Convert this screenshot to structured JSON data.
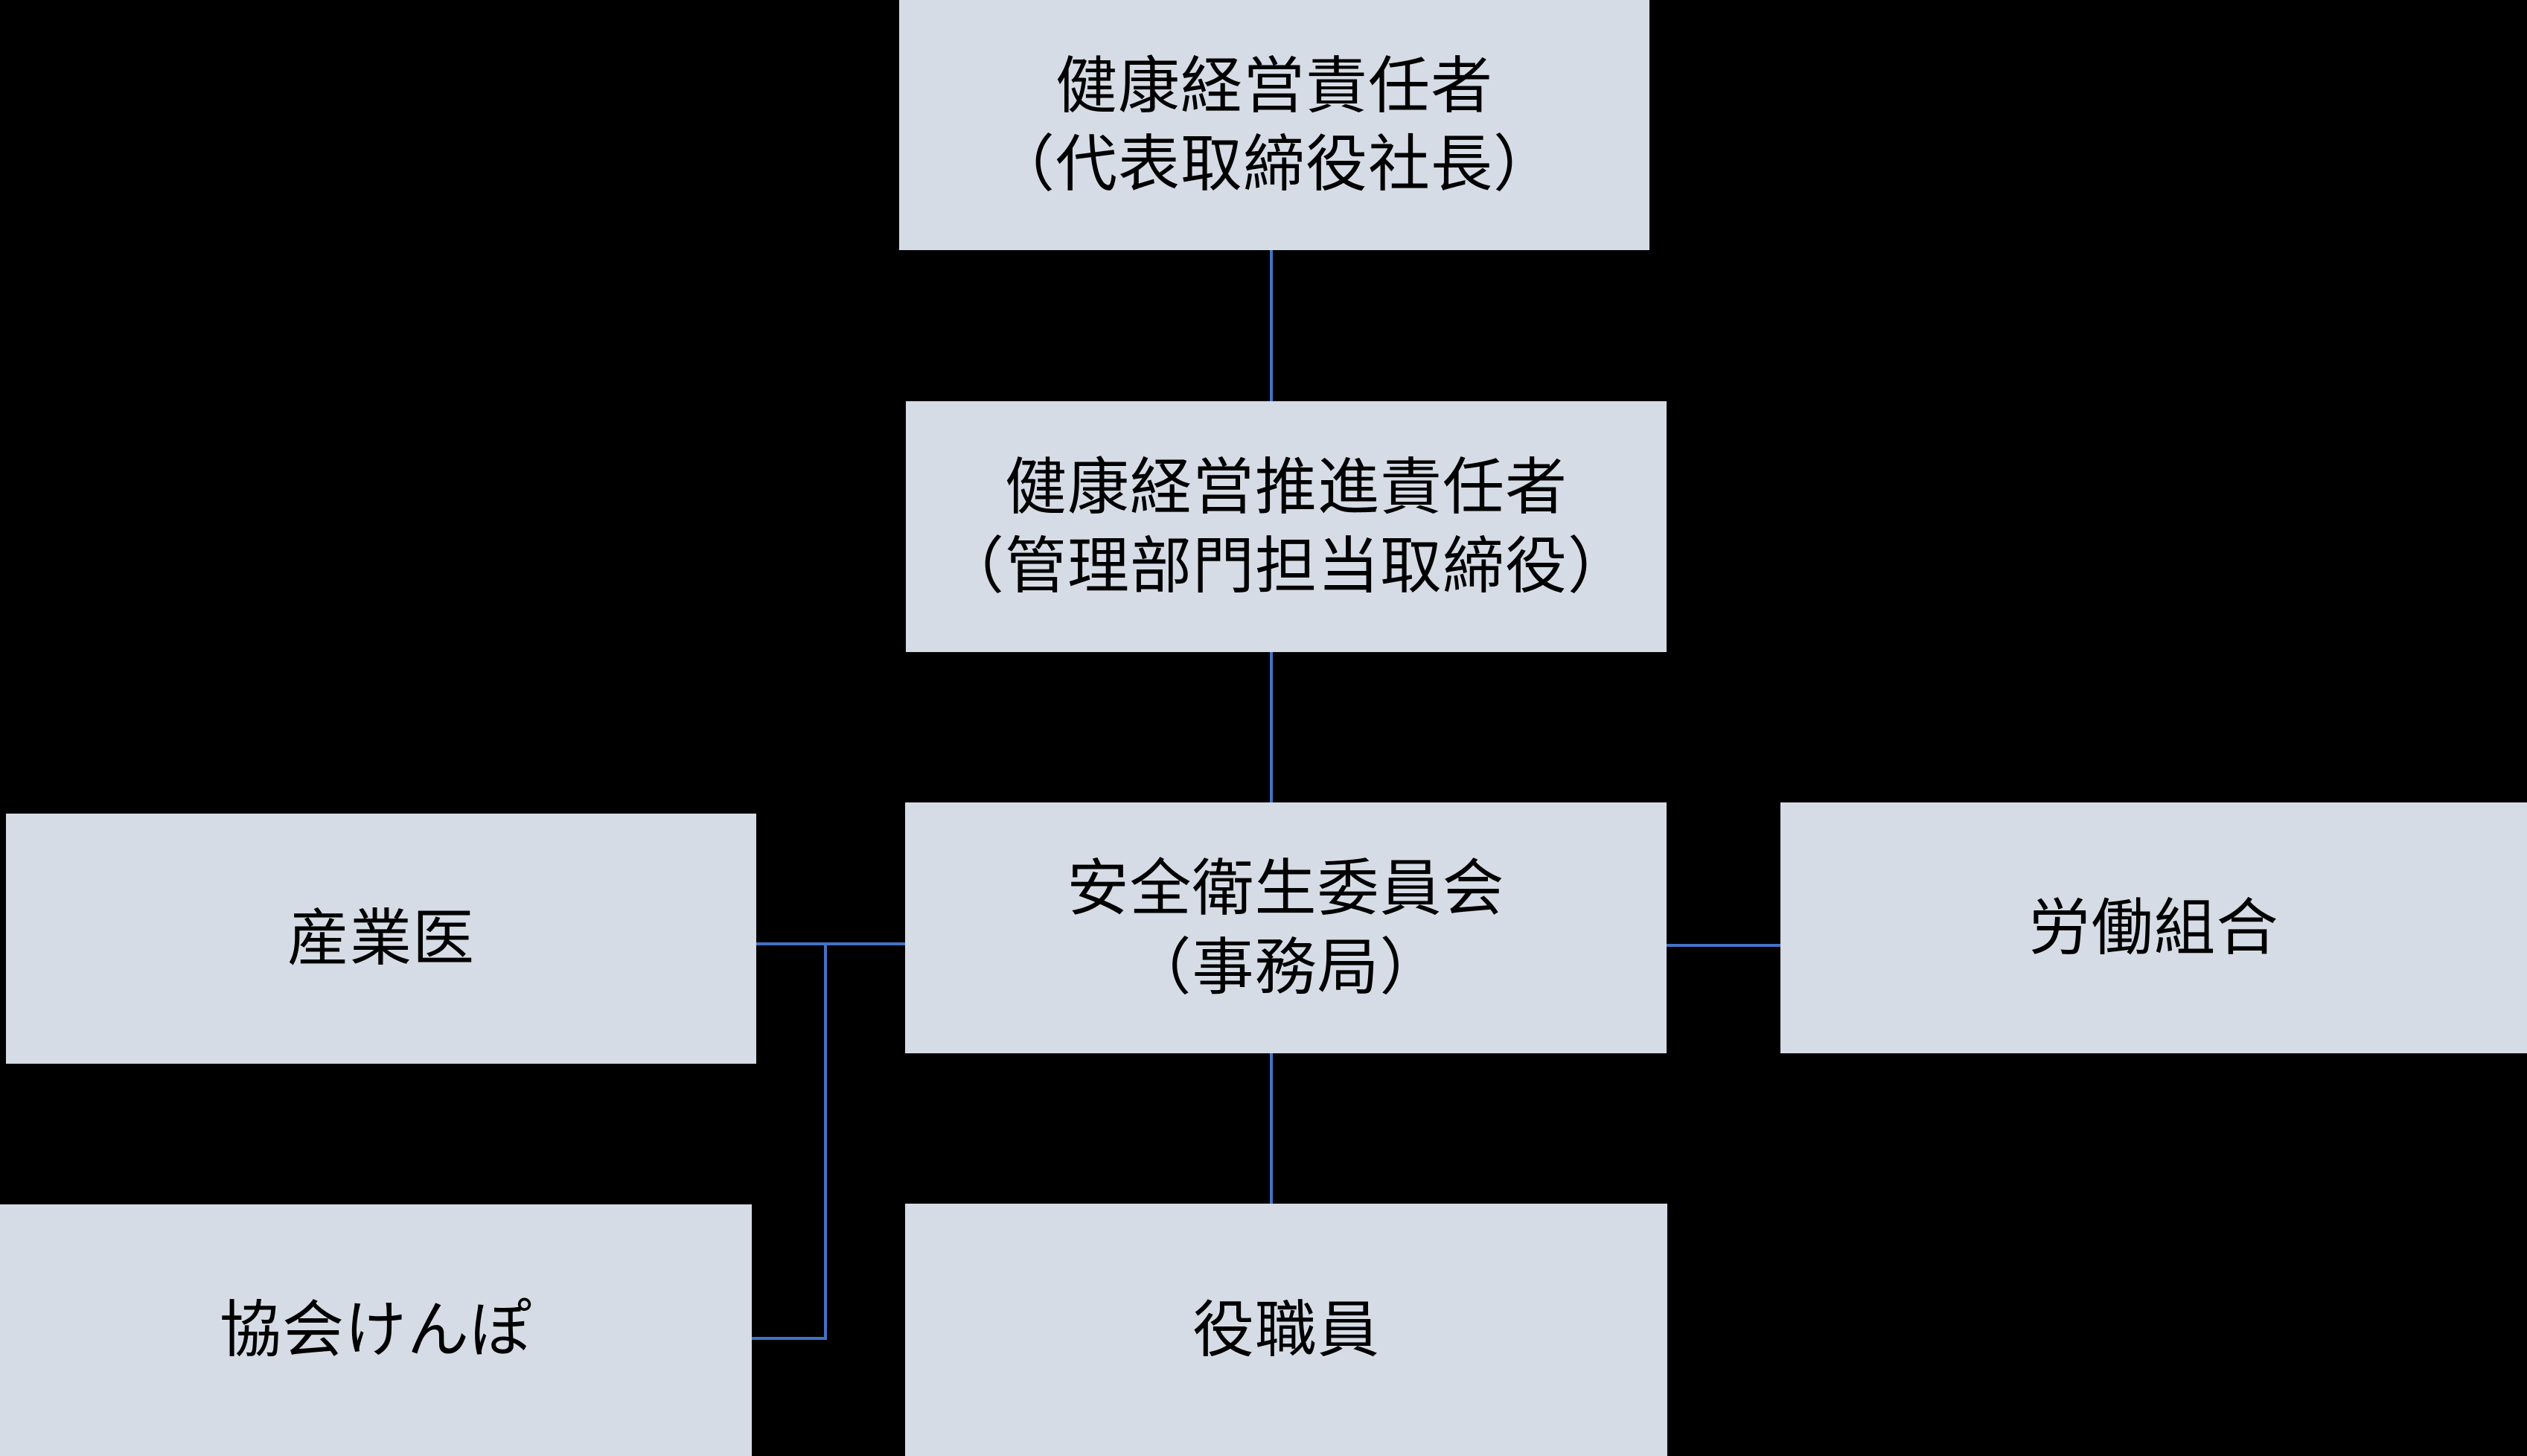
{
  "colors": {
    "background": "#000000",
    "node_fill": "#D6DCE5",
    "node_text": "#000000",
    "connector": "#4472C4"
  },
  "nodes": {
    "ceo": {
      "line1": "健康経営責任者",
      "line2": "（代表取締役社長）"
    },
    "promoter": {
      "line1": "健康経営推進責任者",
      "line2": "（管理部門担当取締役）"
    },
    "committee": {
      "line1": "安全衛生委員会",
      "line2": "（事務局）"
    },
    "physician": {
      "line1": "産業医"
    },
    "union": {
      "line1": "労働組合"
    },
    "kenpo": {
      "line1": "協会けんぽ"
    },
    "officers": {
      "line1": "役職員"
    }
  },
  "edges": [
    {
      "from": "ceo",
      "to": "promoter",
      "type": "vertical"
    },
    {
      "from": "promoter",
      "to": "committee",
      "type": "vertical"
    },
    {
      "from": "committee",
      "to": "officers",
      "type": "vertical"
    },
    {
      "from": "committee",
      "to": "physician",
      "type": "horizontal"
    },
    {
      "from": "committee",
      "to": "union",
      "type": "horizontal"
    },
    {
      "from": "physician",
      "to": "kenpo",
      "type": "elbow"
    }
  ]
}
